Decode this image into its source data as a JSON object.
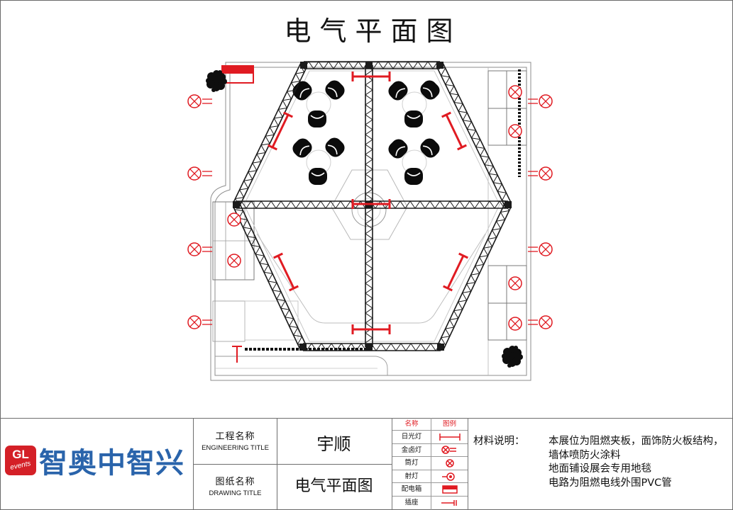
{
  "title": "电气平面图",
  "title_block": {
    "logo": {
      "badge_top": "GL",
      "badge_bottom": "events",
      "company": "智奥中智兴"
    },
    "engineering_title": {
      "label_cn": "工程名称",
      "label_en": "ENGINEERING TITLE",
      "value": "宇顺"
    },
    "drawing_title": {
      "label_cn": "图纸名称",
      "label_en": "DRAWING TITLE",
      "value": "电气平面图"
    },
    "legend": {
      "header": {
        "name": "名称",
        "symbol": "图例"
      },
      "items": [
        {
          "name": "日光灯",
          "icon": "fluorescent-lamp-icon"
        },
        {
          "name": "金卤灯",
          "icon": "metal-halide-lamp-icon"
        },
        {
          "name": "筒灯",
          "icon": "downlight-icon"
        },
        {
          "name": "射灯",
          "icon": "spotlight-icon"
        },
        {
          "name": "配电箱",
          "icon": "distribution-box-icon"
        },
        {
          "name": "插座",
          "icon": "socket-icon"
        }
      ]
    },
    "notes": {
      "label": "材料说明：",
      "lines": [
        "本展位为阻燃夹板，面饰防火板结构，",
        "墙体喷防火涂料",
        "地面铺设展会专用地毯",
        "电路为阻燃电线外围PVC管"
      ]
    }
  },
  "colors": {
    "symbol_red": "#e01b22",
    "logo_red": "#d42027",
    "logo_blue": "#2a64ab",
    "truss": "#1a1a1a",
    "wall_gray": "#8c8c8c"
  }
}
